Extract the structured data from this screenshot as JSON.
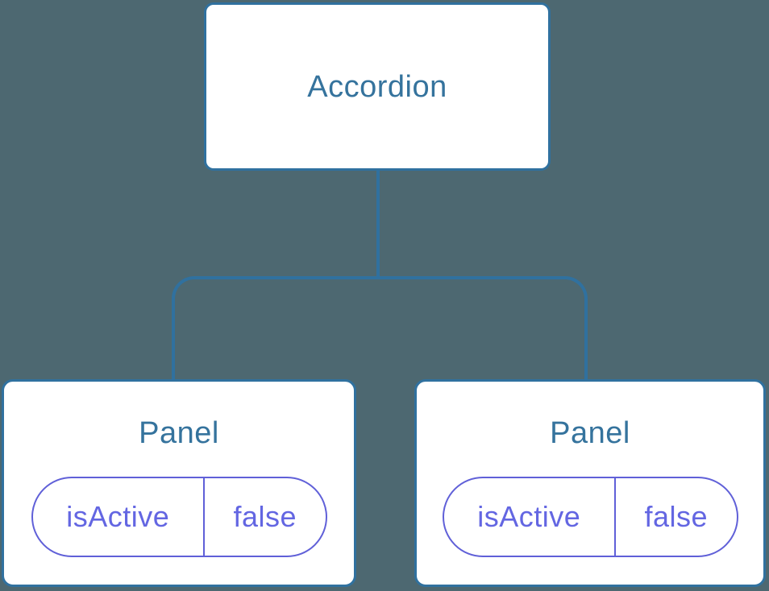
{
  "colors": {
    "background": "#4D6871",
    "connector": "#30719F",
    "card_bg": "#FFFFFF",
    "title_text": "#35739D",
    "state_border": "#6060D8",
    "state_text": "#6366E2"
  },
  "tree": {
    "root": {
      "label": "Accordion"
    },
    "children": [
      {
        "label": "Panel",
        "state": {
          "key": "isActive",
          "value": "false"
        }
      },
      {
        "label": "Panel",
        "state": {
          "key": "isActive",
          "value": "false"
        }
      }
    ]
  }
}
